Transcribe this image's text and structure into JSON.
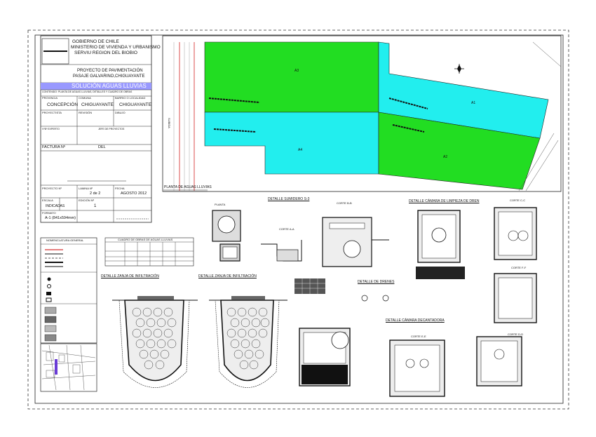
{
  "title_block": {
    "org_line1": "GOBIERNO DE CHILE",
    "org_line2": "MINISTERIO DE VIVIENDA Y URBANISMO",
    "org_line3": "SERVIU REGION DEL BIOBIO",
    "project_line1": "PROYECTO DE PAVIMENTACIÓN",
    "project_line2": "PASAJE GALVARINO,CHIGUAYANTE",
    "plan_title": "SOLUCIÓN AGUAS LLUVIAS",
    "plan_subtitle": "CONTENIDO: PLANTA DE AGUAS LLUVIAS, DETALLES Y CUADRO DE OBRAS",
    "provincia_label": "PROVINCIA",
    "provincia_value": "CONCEPCIÓN",
    "comuna_label": "COMUNA",
    "comuna_value": "CHIGUAYANTE",
    "barrio_label": "BARRIO O LOCALIDAD",
    "barrio_value": "CHIGUAYANTE",
    "proyectista_label": "PROYECTISTA",
    "revision_label": "REVISIÓN",
    "dibujo_label": "DIBUJO",
    "visto_label": "VºBº EXPERTO",
    "jefe_label": "JEFE DE PROYECTOS",
    "factura_label": "FACTURA Nº",
    "del_label": "DEL",
    "proyecto_no_label": "PROYECTO Nº",
    "lamina_label": "LAMINA Nº",
    "lamina_value": "2 de 2",
    "fecha_label": "FECHA",
    "fecha_value": "AGOSTO 2012",
    "escala_label": "ESCALA",
    "escala_value": "INDICADAS",
    "edicion_label": "EDICIÓN Nº",
    "edicion_value": "1",
    "formato_label": "FORMATO",
    "formato_value": "A-1 (841x594mm)"
  },
  "plan": {
    "lot_a1": "A1",
    "lot_a2": "A2",
    "lot_a3": "A3",
    "lot_a4": "A4",
    "street_label": "SUBIDA",
    "caption": "PLANTA DE AGUAS LLUVIAS",
    "lot_colors": {
      "green": "#22dd22",
      "cyan": "#22eeee"
    }
  },
  "details": {
    "sumidero": "DETALLE SUMIDERO S-3",
    "camara_limpieza": "DETALLE CÁMARA DE LIMPIEZA DE DREN",
    "zanja_1": "DETALLE ZANJA DE INFILTRACIÓN",
    "zanja_2": "DETALLE ZANJA DE INFILTRACIÓN",
    "drenes": "DETALLE DE DRENES",
    "camara_decantadora": "DETALLE CÁMARA DECANTADORA",
    "cuadro_title": "CUADRO DE OBRAS DE AGUAS LLUVIAS",
    "nomenclatura": "NOMENCLATURA GENERAL",
    "corte_aa": "CORTE A-A",
    "corte_bb": "CORTE B-B",
    "corte_cc": "CORTE C-C",
    "corte_dd": "CORTE D-D",
    "corte_ee": "CORTE E-E",
    "corte_ff": "CORTE F-F",
    "planta": "PLANTA"
  }
}
